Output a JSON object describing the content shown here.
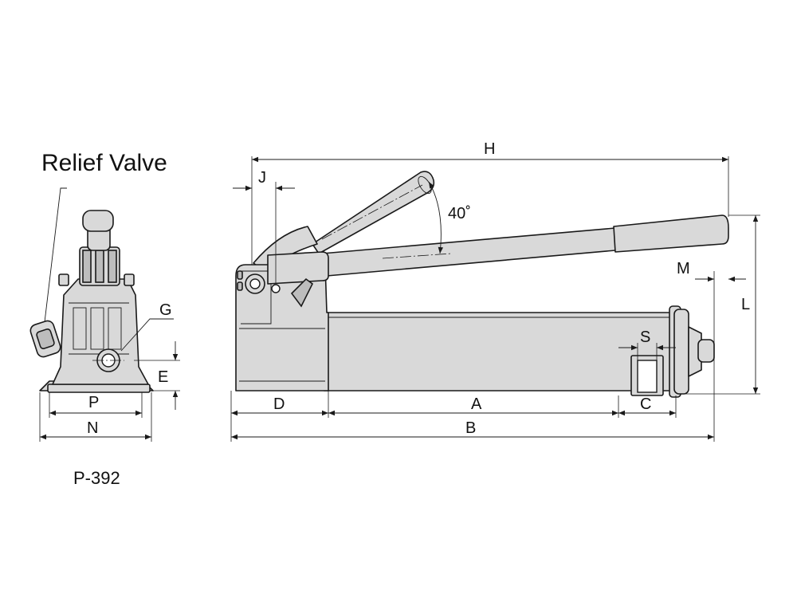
{
  "title": "Relief Valve",
  "model": "P-392",
  "angle": "40˚",
  "dimensions": {
    "H": "H",
    "J": "J",
    "M": "M",
    "L": "L",
    "S": "S",
    "A": "A",
    "B": "B",
    "C": "C",
    "D": "D",
    "G": "G",
    "E": "E",
    "P": "P",
    "N": "N"
  }
}
